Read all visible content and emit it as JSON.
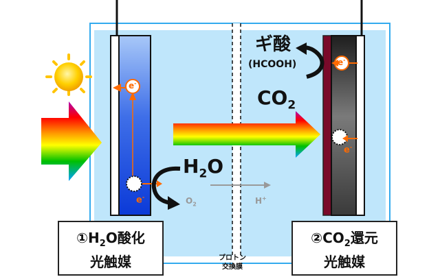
{
  "formic_acid": "ギ酸",
  "formic_acid_formula": "(HCOOH)",
  "co2": {
    "main": "CO",
    "sub": "2"
  },
  "h2o": {
    "pre": "H",
    "sub": "2",
    "post": "O"
  },
  "o2": {
    "main": "O",
    "sub": "2"
  },
  "h_plus": {
    "main": "H",
    "sup": "+"
  },
  "electron": {
    "main": "e",
    "sup": "-"
  },
  "membrane_label": [
    "プロトン",
    "交換膜"
  ],
  "left_catalyst": {
    "num": "①H",
    "sub": "2",
    "rest": "O酸化",
    "line2": "光触媒"
  },
  "right_catalyst": {
    "num": "②CO",
    "sub": "2",
    "rest": "還元",
    "line2": "光触媒"
  },
  "colors": {
    "tank_border": "#33aaee",
    "electrolyte": "#bfe6fb",
    "left_electrode": "#2f62e6",
    "right_electrode": "#4a4a4a",
    "right_electrode_edge": "#7a0a2a",
    "electron_arrow": "#ff6a00",
    "sun": "#ffc400"
  }
}
